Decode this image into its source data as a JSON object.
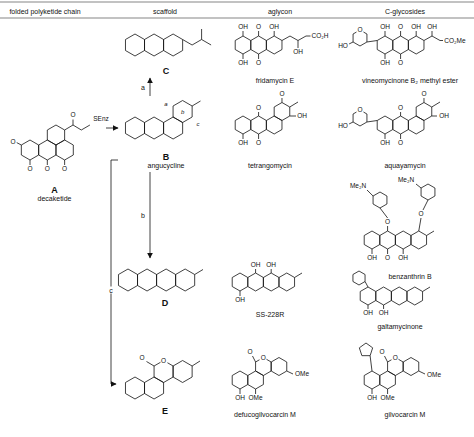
{
  "diagram": {
    "nodes": [
      {
        "text": [
          "A",
          "decaketide"
        ]
      },
      {
        "text": [
          "B",
          "angucycline"
        ]
      },
      {
        "text": [
          "C"
        ]
      },
      {
        "text": [
          "D"
        ]
      },
      {
        "text": [
          "E"
        ]
      }
    ],
    "edges": [
      {
        "from": 0,
        "to": 1,
        "arrow": "to"
      },
      {
        "from": 1,
        "to": 2,
        "label": "a",
        "arrow": "to"
      },
      {
        "from": 1,
        "to": 3,
        "label": "b",
        "arrow": "to"
      },
      {
        "from": 1,
        "to": 4,
        "label": "c",
        "arrow": "to"
      }
    ],
    "labels": [
      "folded polyketide chain",
      "scaffold",
      "aglycon",
      "C-glycosides",
      "OH",
      "O",
      "OH",
      "OH",
      "O",
      "OH",
      "CO₂H",
      "fridamycin E",
      "O",
      "HO",
      "OH",
      "O",
      "OH",
      "OH",
      "O",
      "OH",
      "CO₂Me",
      "vineomycinone B₂ methyl ester",
      "SEnz",
      "O",
      "O",
      "O",
      "O",
      "O",
      "a",
      "b",
      "c",
      "O",
      "O",
      "O",
      "OH",
      "OH",
      "tetrangomycin",
      "O",
      "HO",
      "O",
      "O",
      "O",
      "OH",
      "OH",
      "aquayamycin",
      "Me₂N",
      "Me₂N",
      "O",
      "O",
      "OH",
      "O",
      "OH",
      "benzanthrin B",
      "OH",
      "OH",
      "OH",
      "SS-228R",
      "OH",
      "OH",
      "galtamycinone",
      "O",
      "O",
      "O",
      "O",
      "OMe",
      "OH",
      "OMe",
      "defucogilvocarcin M",
      "O",
      "O",
      "OMe",
      "OH",
      "OMe",
      "gilvocarcin M"
    ]
  }
}
